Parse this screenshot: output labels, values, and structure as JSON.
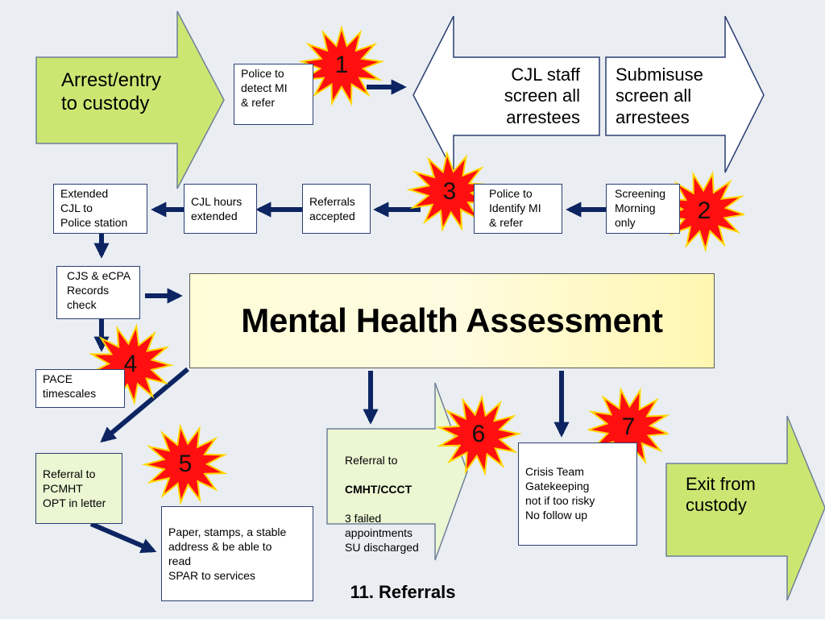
{
  "slide": {
    "title": "11. Referrals",
    "main_box": "Mental Health Assessment"
  },
  "big_arrows": {
    "arrest": "Arrest/entry\nto custody",
    "cjl_staff": "CJL staff\nscreen all\narrestees",
    "submisuse": "Submisuse\nscreen all\narrestees",
    "exit": "Exit from\ncustody"
  },
  "boxes": {
    "police_detect": "Police to\ndetect  MI\n& refer",
    "screening_morning": "Screening\nMorning\nonly",
    "police_identify": "Police to\n Identify MI\n & refer",
    "referrals_accepted": "Referrals\naccepted",
    "cjl_hours": "CJL hours\nextended",
    "extended_cjl": "Extended\nCJL to\nPolice station",
    "records_check": "CJS & eCPA\nRecords\ncheck",
    "pace": "PACE\ntimescales",
    "pcmht": "Referral to\nPCMHT\nOPT in letter",
    "paper": "Paper, stamps, a stable\naddress & be able to\nread\nSPAR to services",
    "crisis": "Crisis Team\nGatekeeping\nnot if too risky\nNo follow up"
  },
  "cmht": {
    "line1": "Referral to",
    "line2": "CMHT/CCCT",
    "line3": "3 failed\nappointments\nSU discharged"
  },
  "bursts": [
    "1",
    "2",
    "3",
    "4",
    "5",
    "6",
    "7"
  ],
  "colors": {
    "green_fill": "#cce672",
    "light_green_fill": "#ebf6d3",
    "arrow_navy": "#0c2461",
    "burst_red": "#ff0f0f",
    "burst_outline": "#ffd600",
    "box_border": "#2b3f73"
  }
}
